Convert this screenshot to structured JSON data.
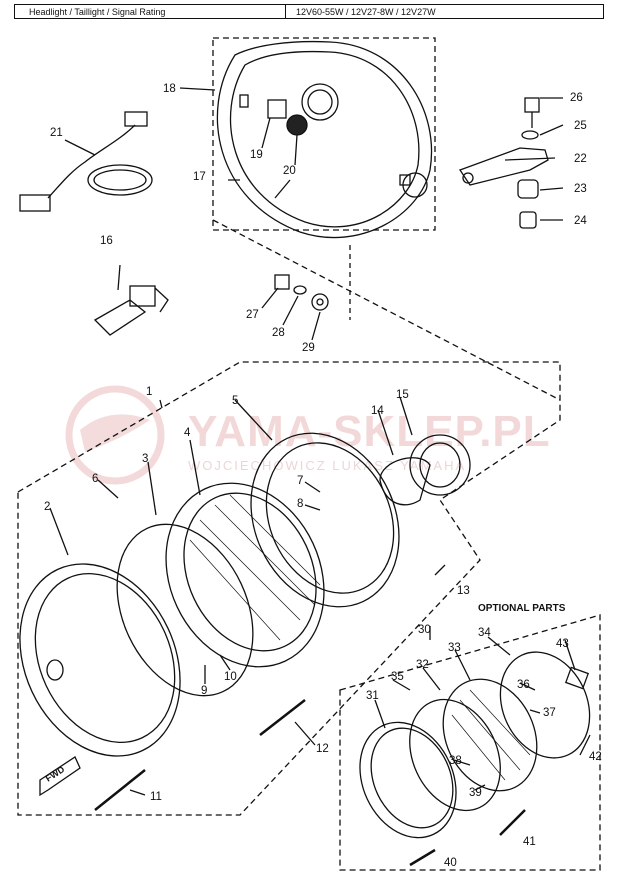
{
  "header": {
    "left": "Headlight / Taillight / Signal Rating",
    "right": "12V60-55W / 12V27-8W / 12V27W"
  },
  "watermark": {
    "main": "YAMA-SKLEP.PL",
    "sub": "WOJCIECHOWICZ LUKASZ YAMAHA"
  },
  "optional_parts_label": "OPTIONAL PARTS",
  "fwd_label": "FWD",
  "parts": [
    "1",
    "2",
    "3",
    "4",
    "5",
    "6",
    "7",
    "8",
    "9",
    "10",
    "11",
    "12",
    "13",
    "14",
    "15",
    "16",
    "17",
    "18",
    "19",
    "20",
    "21",
    "22",
    "23",
    "24",
    "25",
    "26",
    "27",
    "28",
    "29",
    "30",
    "31",
    "32",
    "33",
    "34",
    "35",
    "36",
    "37",
    "38",
    "39",
    "40",
    "41",
    "42",
    "43"
  ],
  "colors": {
    "ink": "#111111",
    "watermark": "#e2a0a0",
    "background": "#ffffff"
  }
}
